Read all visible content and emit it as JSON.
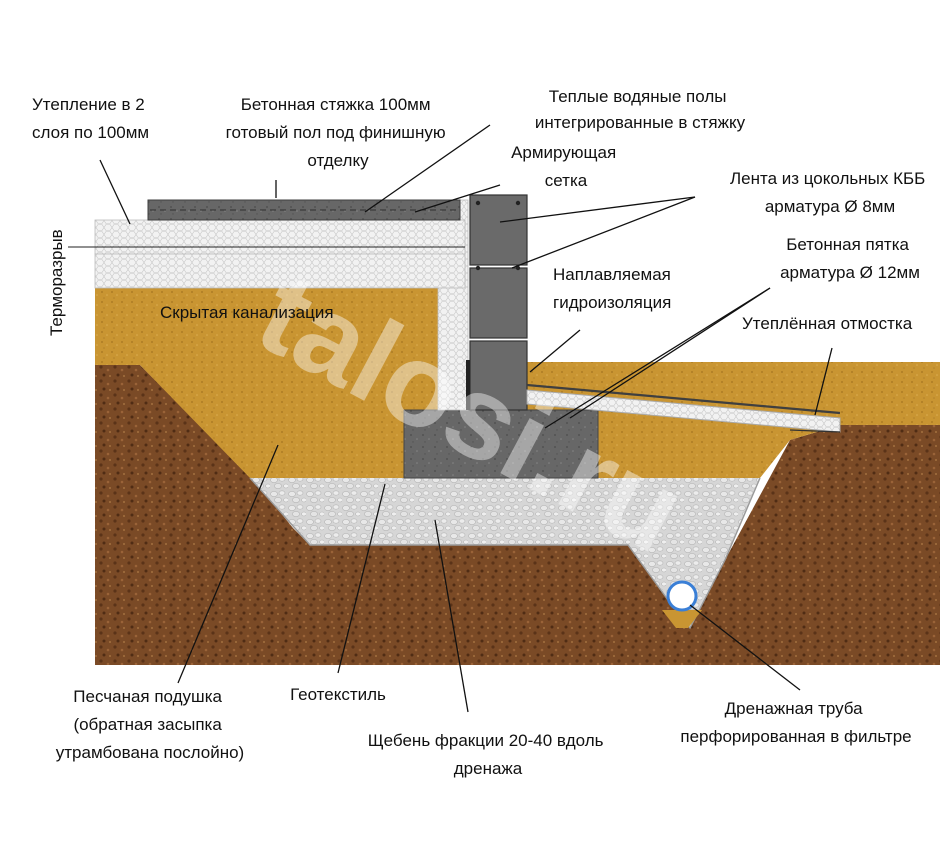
{
  "labels": {
    "insulation": [
      "Утепление в 2",
      "слоя по 100мм"
    ],
    "screed": [
      "Бетонная стяжка 100мм",
      "готовый пол под финишную",
      "отделку"
    ],
    "floor_heating": [
      "Теплые водяные полы",
      "интегрированные в стяжку"
    ],
    "mesh": [
      "Армирующая",
      "сетка"
    ],
    "strip": [
      "Лента из цокольных КББ",
      "арматура  Ø 8мм"
    ],
    "heel": [
      "Бетонная пятка",
      "арматура Ø 12мм"
    ],
    "waterproofing": [
      "Наплавляемая",
      "гидроизоляция"
    ],
    "blind_area": "Утеплённая отмостка",
    "thermal_break": "Терморазрыв",
    "sewer": "Скрытая канализация",
    "sand": [
      "Песчаная подушка",
      "(обратная засыпка",
      "утрамбована послойно)"
    ],
    "geotextile": "Геотекстиль",
    "gravel": [
      "Щебень фракции 20-40 вдоль",
      "дренажа"
    ],
    "drain_pipe": [
      "Дренажная труба",
      "перфорированная в фильтре"
    ]
  },
  "watermark": "talosi.ru",
  "colors": {
    "soil": "#7a4a26",
    "sand": "#c99532",
    "gravel": "#d4d4d4",
    "concrete": "#666666",
    "blocks": "#6a6a6a",
    "insulation": "#eeeeee",
    "pipe": "#3a7fd6"
  }
}
